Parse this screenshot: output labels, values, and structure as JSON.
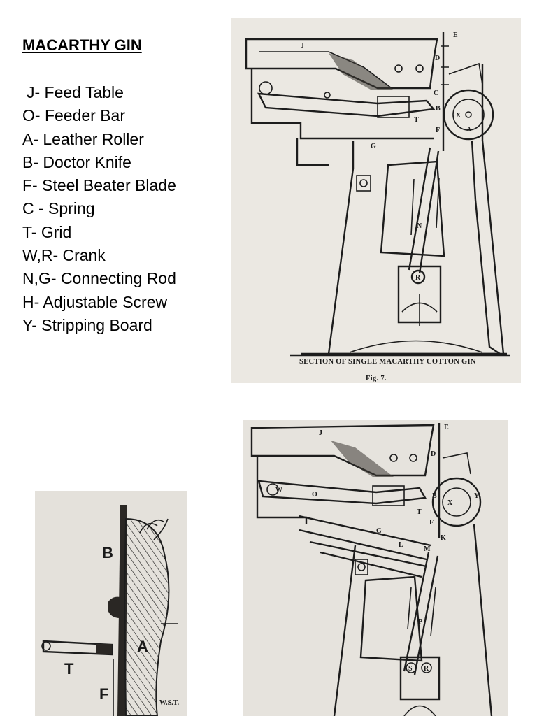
{
  "title": "MACARTHY GIN",
  "legend": [
    "J- Feed Table",
    "O- Feeder Bar",
    "A- Leather Roller",
    "B- Doctor Knife",
    "F- Steel Beater Blade",
    "C - Spring",
    "T- Grid",
    "W,R- Crank",
    "N,G- Connecting Rod",
    "H- Adjustable Screw",
    "Y- Stripping Board"
  ],
  "figure_top": {
    "caption": "SECTION OF SINGLE MACARTHY COTTON GIN",
    "fig_label": "Fig. 7.",
    "labels": {
      "e": "E",
      "j": "J",
      "d": "D",
      "c": "C",
      "b": "B",
      "x": "X",
      "a": "A",
      "f": "F",
      "g": "G",
      "n": "N",
      "r": "R",
      "t": "T"
    }
  },
  "figure_bottom_right": {
    "labels": {
      "e": "E",
      "j": "J",
      "d": "D",
      "w": "W",
      "b": "B",
      "x": "X",
      "y": "Y",
      "t": "T",
      "f": "F",
      "g": "G",
      "l": "L",
      "k": "K",
      "m": "M",
      "p": "P",
      "s": "S",
      "r": "R",
      "o": "O"
    }
  },
  "figure_bottom_left": {
    "labels": {
      "b": "B",
      "a": "A",
      "t": "T",
      "f": "F",
      "sig": "W.S.T."
    }
  }
}
